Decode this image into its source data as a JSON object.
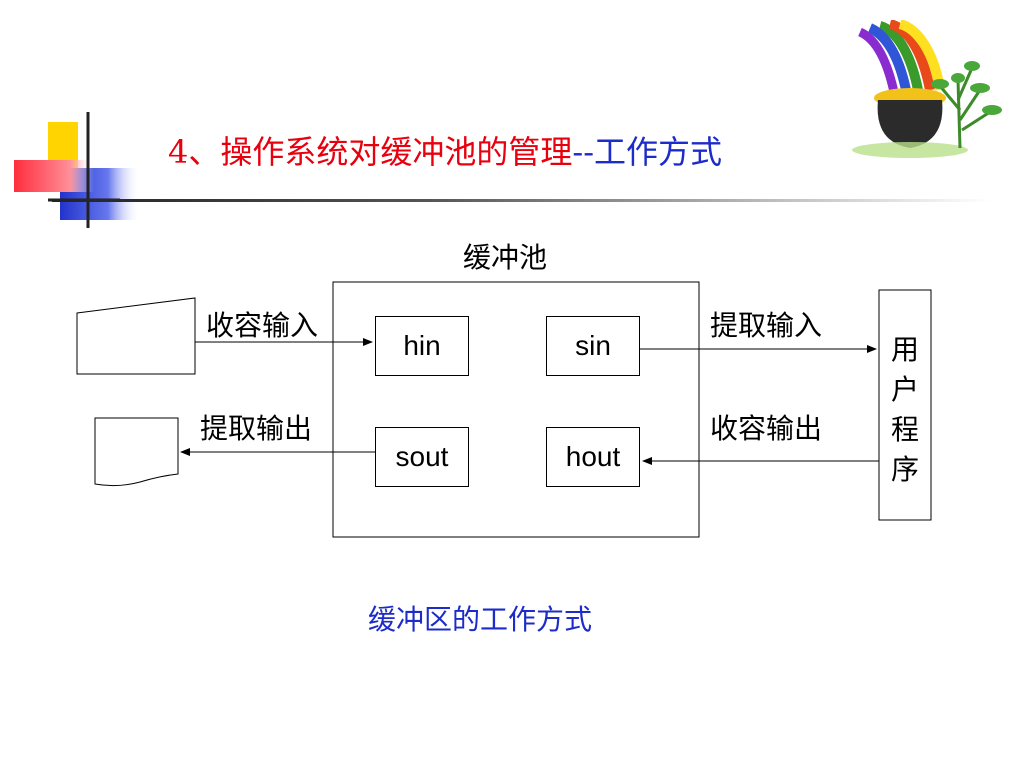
{
  "title": {
    "part_red": "4、操作系统对缓冲池的管理",
    "part_blue": "--工作方式"
  },
  "diagram": {
    "pool_label": "缓冲池",
    "buffers": {
      "hin": "hin",
      "sin": "sin",
      "sout": "sout",
      "hout": "hout"
    },
    "arrows": {
      "collect_input": "收容输入",
      "extract_output": "提取输出",
      "extract_input": "提取输入",
      "collect_output": "收容输出"
    },
    "user_program": [
      "用",
      "户",
      "程",
      "序"
    ]
  },
  "caption": "缓冲区的工作方式",
  "colors": {
    "title_red": "#e8000e",
    "title_blue": "#1c2bc9",
    "caption_blue": "#1c2bc9",
    "deco_yellow": "#ffd400",
    "deco_red": "#ff3b4a",
    "deco_blue": "#3344dd"
  },
  "icons": [
    "rainbow-pot-of-gold-clipart",
    "input-device-icon",
    "output-document-icon"
  ]
}
